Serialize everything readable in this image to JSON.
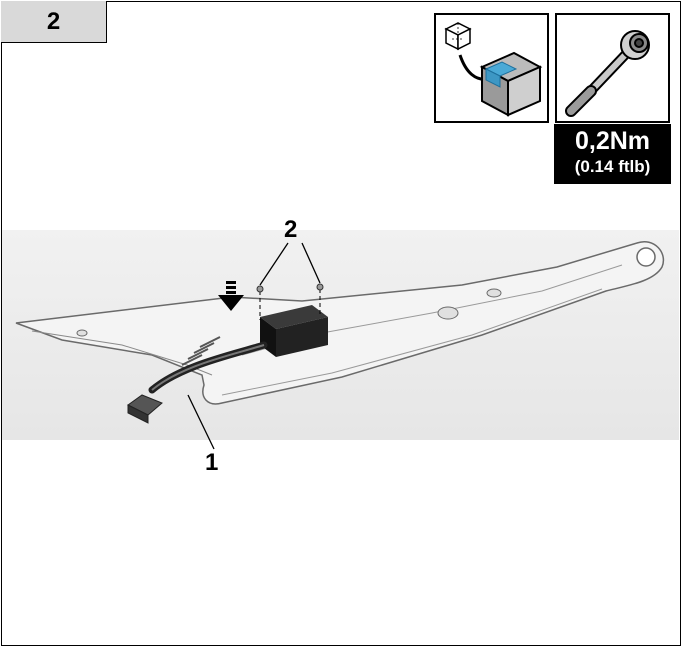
{
  "step": {
    "number": "2"
  },
  "icons": {
    "threadlock": "threadlocker-icon",
    "torque": "torque-wrench-icon"
  },
  "torque": {
    "value": "0,2Nm",
    "imperial": "(0.14 ftlb)"
  },
  "callouts": {
    "part_1": "1",
    "part_2": "2"
  }
}
